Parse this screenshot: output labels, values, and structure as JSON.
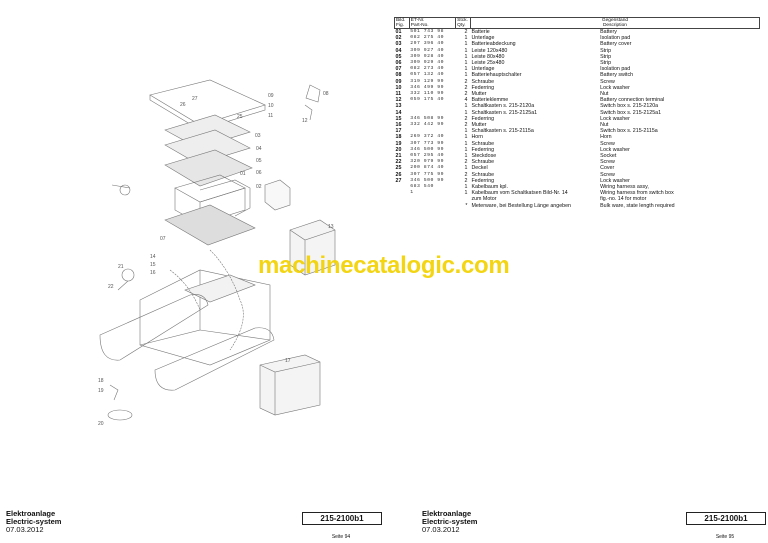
{
  "table": {
    "headers": {
      "fig_de": "Bild.",
      "fig_en": "Fig.",
      "etnr_de": "ET-Nr.",
      "etnr_en": "Part-No.",
      "qty_de": "Stck.",
      "qty_en": "Qty.",
      "desc_de": "Gegenstand",
      "desc_en": "Description"
    },
    "rows": [
      {
        "fig": "01",
        "etnr": "501 743 98",
        "qty": "2",
        "de": "Batterie",
        "en": "Battery"
      },
      {
        "fig": "02",
        "etnr": "082 275 40",
        "qty": "1",
        "de": "Unterlage",
        "en": "Isolation pad"
      },
      {
        "fig": "03",
        "etnr": "297 396 40",
        "qty": "1",
        "de": "Batterieabdeckung",
        "en": "Battery cover"
      },
      {
        "fig": "04",
        "etnr": "309 927 40",
        "qty": "1",
        "de": "Leiste 120x480",
        "en": "Strip"
      },
      {
        "fig": "05",
        "etnr": "309 928 40",
        "qty": "1",
        "de": "Leiste 80x480",
        "en": "Strip"
      },
      {
        "fig": "06",
        "etnr": "309 929 40",
        "qty": "1",
        "de": "Leiste 25x480",
        "en": "Strip"
      },
      {
        "fig": "07",
        "etnr": "082 273 40",
        "qty": "1",
        "de": "Unterlage",
        "en": "Isolation pad"
      },
      {
        "fig": "08",
        "etnr": "057 132 40",
        "qty": "1",
        "de": "Batteriehauptschalter",
        "en": "Battery switch"
      },
      {
        "fig": "09",
        "etnr": "319 129 99",
        "qty": "2",
        "de": "Schraube",
        "en": "Screw"
      },
      {
        "fig": "10",
        "etnr": "346 499 99",
        "qty": "2",
        "de": "Federring",
        "en": "Lock washer"
      },
      {
        "fig": "11",
        "etnr": "332 110 99",
        "qty": "2",
        "de": "Mutter",
        "en": "Nut"
      },
      {
        "fig": "12",
        "etnr": "059 175 40",
        "qty": "4",
        "de": "Batterieklemme",
        "en": "Battery connection terminal"
      },
      {
        "fig": "13",
        "etnr": "",
        "qty": "1",
        "de": "Schaltkasten s. 215-2120a",
        "en": "Switch box s. 215-2120a"
      },
      {
        "fig": "14",
        "etnr": "",
        "qty": "1",
        "de": "Schaltkasten s. 215-2125a1",
        "en": "Switch box s. 215-2125a1"
      },
      {
        "fig": "15",
        "etnr": "346 508 99",
        "qty": "2",
        "de": "Federring",
        "en": "Lock washer"
      },
      {
        "fig": "16",
        "etnr": "332 442 99",
        "qty": "2",
        "de": "Mutter",
        "en": "Nut"
      },
      {
        "fig": "17",
        "etnr": "",
        "qty": "1",
        "de": "Schaltkasten s. 215-2115a",
        "en": "Switch box s. 215-2115a"
      },
      {
        "fig": "18",
        "etnr": "269 372 40",
        "qty": "1",
        "de": "Horn",
        "en": "Horn"
      },
      {
        "fig": "19",
        "etnr": "307 773 99",
        "qty": "1",
        "de": "Schraube",
        "en": "Screw"
      },
      {
        "fig": "20",
        "etnr": "346 500 99",
        "qty": "1",
        "de": "Federring",
        "en": "Lock washer"
      },
      {
        "fig": "21",
        "etnr": "057 295 40",
        "qty": "1",
        "de": "Steckdose",
        "en": "Socket"
      },
      {
        "fig": "22",
        "etnr": "320 979 99",
        "qty": "2",
        "de": "Schraube",
        "en": "Screw"
      },
      {
        "fig": "25",
        "etnr": "200 874 40",
        "qty": "1",
        "de": "Deckel",
        "en": "Cover"
      },
      {
        "fig": "26",
        "etnr": "307 775 99",
        "qty": "2",
        "de": "Schraube",
        "en": "Screw"
      },
      {
        "fig": "27",
        "etnr": "346 500 99",
        "qty": "2",
        "de": "Federring",
        "en": "Lock washer"
      },
      {
        "fig": "",
        "etnr": "683 540",
        "qty": "1",
        "de": "Kabelbaum kpl.",
        "en": "Wiring harness assy,"
      },
      {
        "fig": "",
        "etnr": "1",
        "qty": "1",
        "de": "Kabelbaum vom Schaltkatsen Bild-Nr. 14",
        "en": "Wiring harness from switch box"
      },
      {
        "fig": "",
        "etnr": "",
        "qty": "",
        "de": "zum Motor",
        "en": "fig.-no. 14 for motor"
      },
      {
        "fig": "",
        "etnr": "",
        "qty": "*",
        "de": "Meterware, bei Bestellung Länge angeben",
        "en": "Bulk ware, state length required"
      }
    ]
  },
  "drawing": {
    "part_numbers": [
      "27",
      "26",
      "25",
      "08",
      "09",
      "10",
      "11",
      "12",
      "03",
      "04",
      "05",
      "06",
      "02",
      "07",
      "01",
      "18",
      "19",
      "20",
      "13",
      "14",
      "15",
      "16",
      "22",
      "21",
      "17"
    ]
  },
  "footer_left": {
    "section_de": "Elektroanlage",
    "section_en": "Electric-system",
    "date": "07.03.2012",
    "part_no": "215-2100b1",
    "page": "Seite 94"
  },
  "footer_right": {
    "section_de": "Elektroanlage",
    "section_en": "Electric-system",
    "date": "07.03.2012",
    "part_no": "215-2100b1",
    "page": "Seite 95"
  },
  "watermark": "machinecatalogic.com"
}
